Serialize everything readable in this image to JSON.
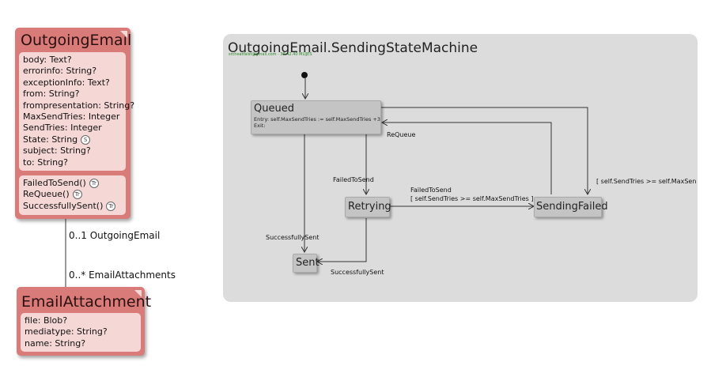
{
  "classes": {
    "outgoing_email": {
      "name": "OutgoingEmail",
      "attributes": [
        "body: Text?",
        "errorinfo: String?",
        "exceptionInfo: Text?",
        "from: String?",
        "frompresentation: String?",
        "MaxSendTries: Integer",
        "SendTries: Integer",
        "State: String",
        "subject: String?",
        "to: String?"
      ],
      "state_badge": "S",
      "methods": [
        "FailedToSend()",
        "ReQueue()",
        "SuccessfullySent()"
      ],
      "method_badge": "Tr"
    },
    "email_attachment": {
      "name": "EmailAttachment",
      "attributes": [
        "file: Blob?",
        "mediatype: String?",
        "name: String?"
      ]
    }
  },
  "association": {
    "end_a": "0..1 OutgoingEmail",
    "end_b": "0..* EmailAttachments"
  },
  "state_machine": {
    "title": "OutgoingEmail.SendingStateMachine",
    "subtitle": "srcheatfalst@gmail.com · 39.42.40 MLIJES",
    "states": {
      "queued": {
        "name": "Queued",
        "entry": "Entry: self.MaxSendTries := self.MaxSendTries +3",
        "exit": "Exit:"
      },
      "retrying": {
        "name": "Retrying"
      },
      "sent": {
        "name": "Sent"
      },
      "sending_failed": {
        "name": "SendingFailed"
      }
    },
    "transitions": {
      "requeue": "ReQueue",
      "failed_to_send_queued": "FailedToSend",
      "successfully_sent_queued": "SuccessfullySent",
      "failed_to_send_retrying": "FailedToSend",
      "guard_retrying": "[ self.SendTries >= self.MaxSendTries ]",
      "successfully_sent_retrying": "SuccessfullySent",
      "guard_queued_failed": "[ self.SendTries >= self.MaxSen"
    }
  }
}
